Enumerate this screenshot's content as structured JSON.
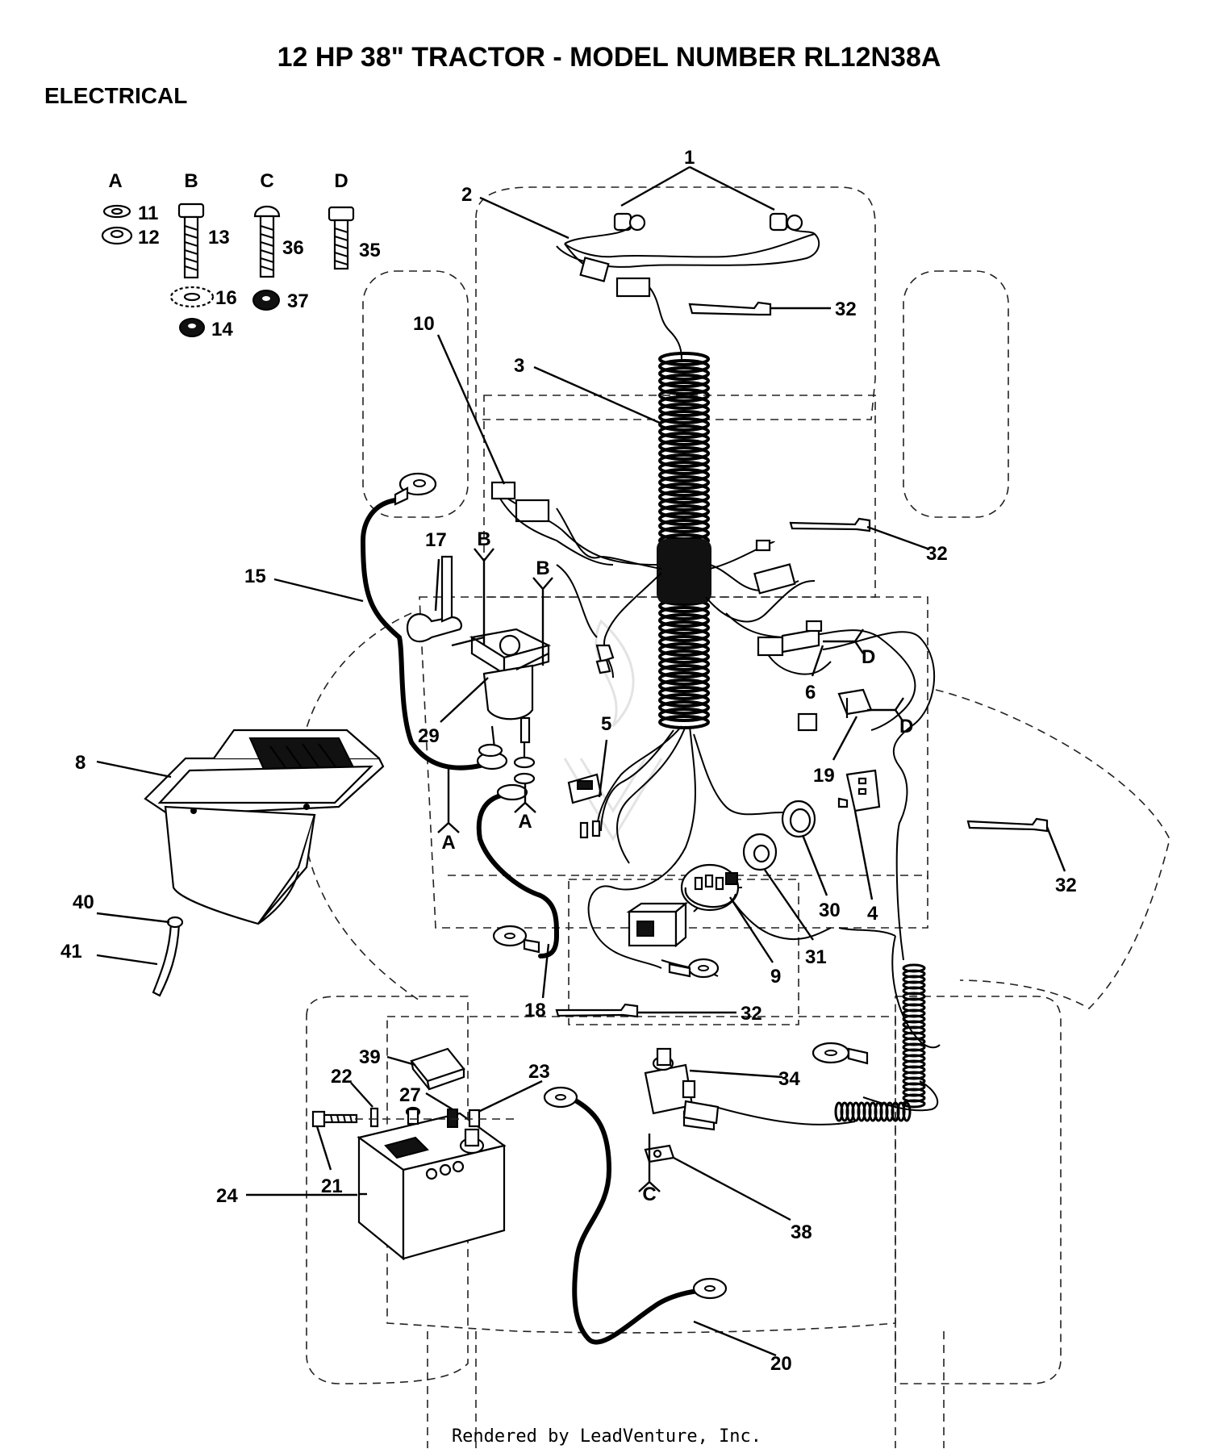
{
  "page": {
    "title": "12 HP 38\" TRACTOR - MODEL NUMBER RL12N38A",
    "section": "ELECTRICAL",
    "footer": "Rendered by LeadVenture, Inc."
  },
  "hardware_groups": [
    {
      "letter": "A",
      "parts": [
        "11",
        "12"
      ]
    },
    {
      "letter": "B",
      "parts": [
        "13",
        "16",
        "14"
      ]
    },
    {
      "letter": "C",
      "parts": [
        "36",
        "37"
      ]
    },
    {
      "letter": "D",
      "parts": [
        "35"
      ]
    }
  ],
  "callouts": [
    {
      "id": "c1",
      "label": "1"
    },
    {
      "id": "c2",
      "label": "2"
    },
    {
      "id": "c3",
      "label": "3"
    },
    {
      "id": "c4",
      "label": "4"
    },
    {
      "id": "c5",
      "label": "5"
    },
    {
      "id": "c6",
      "label": "6"
    },
    {
      "id": "c8",
      "label": "8"
    },
    {
      "id": "c9",
      "label": "9"
    },
    {
      "id": "c10",
      "label": "10"
    },
    {
      "id": "c11",
      "label": "11"
    },
    {
      "id": "c12",
      "label": "12"
    },
    {
      "id": "c13",
      "label": "13"
    },
    {
      "id": "c14",
      "label": "14"
    },
    {
      "id": "c15",
      "label": "15"
    },
    {
      "id": "c16",
      "label": "16"
    },
    {
      "id": "c17",
      "label": "17"
    },
    {
      "id": "c18",
      "label": "18"
    },
    {
      "id": "c19",
      "label": "19"
    },
    {
      "id": "c20",
      "label": "20"
    },
    {
      "id": "c21",
      "label": "21"
    },
    {
      "id": "c22",
      "label": "22"
    },
    {
      "id": "c23",
      "label": "23"
    },
    {
      "id": "c24",
      "label": "24"
    },
    {
      "id": "c27",
      "label": "27"
    },
    {
      "id": "c29",
      "label": "29"
    },
    {
      "id": "c30",
      "label": "30"
    },
    {
      "id": "c31",
      "label": "31"
    },
    {
      "id": "c32a",
      "label": "32"
    },
    {
      "id": "c32b",
      "label": "32"
    },
    {
      "id": "c32c",
      "label": "32"
    },
    {
      "id": "c32d",
      "label": "32"
    },
    {
      "id": "c34",
      "label": "34"
    },
    {
      "id": "c35",
      "label": "35"
    },
    {
      "id": "c36",
      "label": "36"
    },
    {
      "id": "c37",
      "label": "37"
    },
    {
      "id": "c38",
      "label": "38"
    },
    {
      "id": "c39",
      "label": "39"
    },
    {
      "id": "c40",
      "label": "40"
    },
    {
      "id": "c41",
      "label": "41"
    }
  ],
  "attach_markers": [
    {
      "id": "mA1",
      "letter": "A"
    },
    {
      "id": "mA2",
      "letter": "A"
    },
    {
      "id": "mB1",
      "letter": "B"
    },
    {
      "id": "mB2",
      "letter": "B"
    },
    {
      "id": "mC1",
      "letter": "C"
    },
    {
      "id": "mD1",
      "letter": "D"
    },
    {
      "id": "mD2",
      "letter": "D"
    }
  ]
}
